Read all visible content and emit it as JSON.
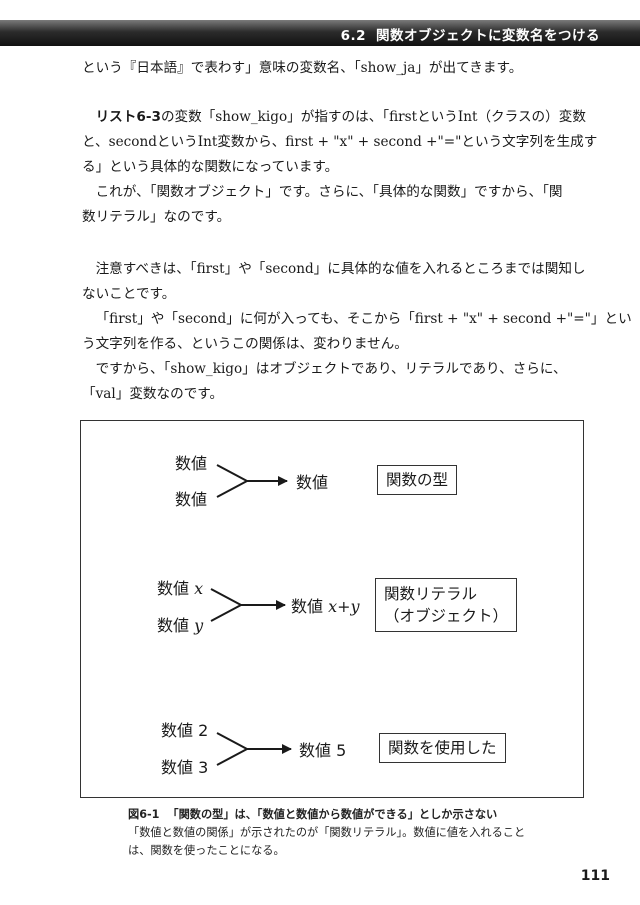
{
  "header": {
    "section_number": "6.2",
    "section_title": "関数オブジェクトに変数名をつける"
  },
  "paragraphs": {
    "p1": {
      "line1": "という『日本語』で表わす」意味の変数名、「show_ja」が出てきます。"
    },
    "p2": {
      "ref": "リスト6-3",
      "line1_rest": "の変数「show_kigo」が指すのは、「firstというInt（クラスの）変数",
      "line2": "と、secondというInt変数から、first + \"x\" + second +\"=\"という文字列を生成す",
      "line3": "る」という具体的な関数になっています。"
    },
    "p3": {
      "line1": "これが、「関数オブジェクト」です。さらに、「具体的な関数」ですから、「関",
      "line2": "数リテラル」なのです。"
    },
    "p4": {
      "line1": "注意すべきは、「first」や「second」に具体的な値を入れるところまでは関知し",
      "line2": "ないことです。"
    },
    "p5": {
      "line1": "「first」や「second」に何が入っても、そこから「first + \"x\" + second +\"=\"」とい",
      "line2": "う文字列を作る、というこの関係は、変わりません。"
    },
    "p6": {
      "line1": "ですから、「show_kigo」はオブジェクトであり、リテラルであり、さらに、",
      "line2": "「val」変数なのです。"
    }
  },
  "figure": {
    "row1": {
      "input1": "数値",
      "input2": "数値",
      "output": "数値",
      "label": "関数の型"
    },
    "row2": {
      "input1": "数値",
      "input1_var": "x",
      "input2": "数値",
      "input2_var": "y",
      "output": "数値",
      "output_var": "x+y",
      "label_line1": "関数リテラル",
      "label_line2": "（オブジェクト）"
    },
    "row3": {
      "input1": "数値 2",
      "input2": "数値 3",
      "output": "数値 5",
      "label": "関数を使用した"
    },
    "colors": {
      "line": "#1a1a1a",
      "border": "#333333"
    }
  },
  "caption": {
    "figure_number": "図6-1",
    "title": "「関数の型」は、「数値と数値から数値ができる」としか示さない",
    "line2": "「数値と数値の関係」が示されたのが「関数リテラル」。数値に値を入れること",
    "line3": "は、関数を使ったことになる。"
  },
  "page_number": "111"
}
